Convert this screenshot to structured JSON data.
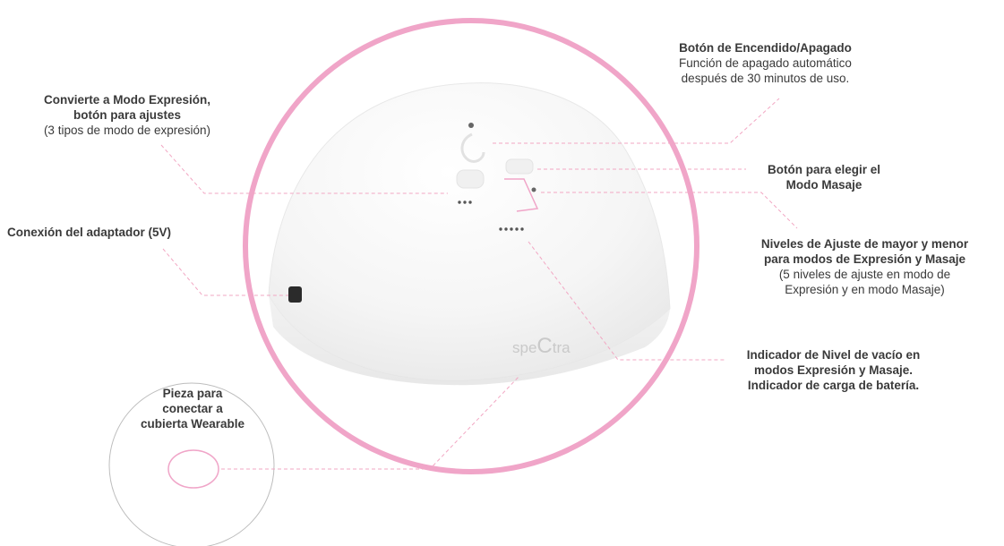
{
  "colors": {
    "accent_pink": "#f0a5c8",
    "leader_line": "#f2a7c3",
    "device_body": "#f4f4f4",
    "text": "#3a3a3a"
  },
  "brand": {
    "logo_text_left": "spe",
    "logo_text_mid": "C",
    "logo_text_right": "tra"
  },
  "callouts": {
    "power": {
      "title": "Botón de Encendido/Apagado",
      "line2": "Función de apagado automático",
      "line3": "después de 30 minutos de uso."
    },
    "expression": {
      "title1": "Convierte a Modo Expresión,",
      "title2": "botón para ajustes",
      "note": "(3 tipos de modo de expresión)"
    },
    "massage": {
      "line1": "Botón para elegir el",
      "line2": "Modo Masaje"
    },
    "adapter": {
      "title": "Conexión del adaptador (5V)"
    },
    "levels": {
      "title1": "Niveles de Ajuste de mayor y menor",
      "title2": "para modos de Expresión y Masaje",
      "note1": "(5 niveles de ajuste en modo de",
      "note2": "Expresión y en modo Masaje)"
    },
    "vacuum": {
      "line1": "Indicador de Nivel de vacío en",
      "line2": "modos Expresión y Masaje.",
      "line3": "Indicador de carga de batería."
    },
    "wearable": {
      "line1": "Pieza para",
      "line2": "conectar a",
      "line3": "cubierta Wearable"
    }
  }
}
